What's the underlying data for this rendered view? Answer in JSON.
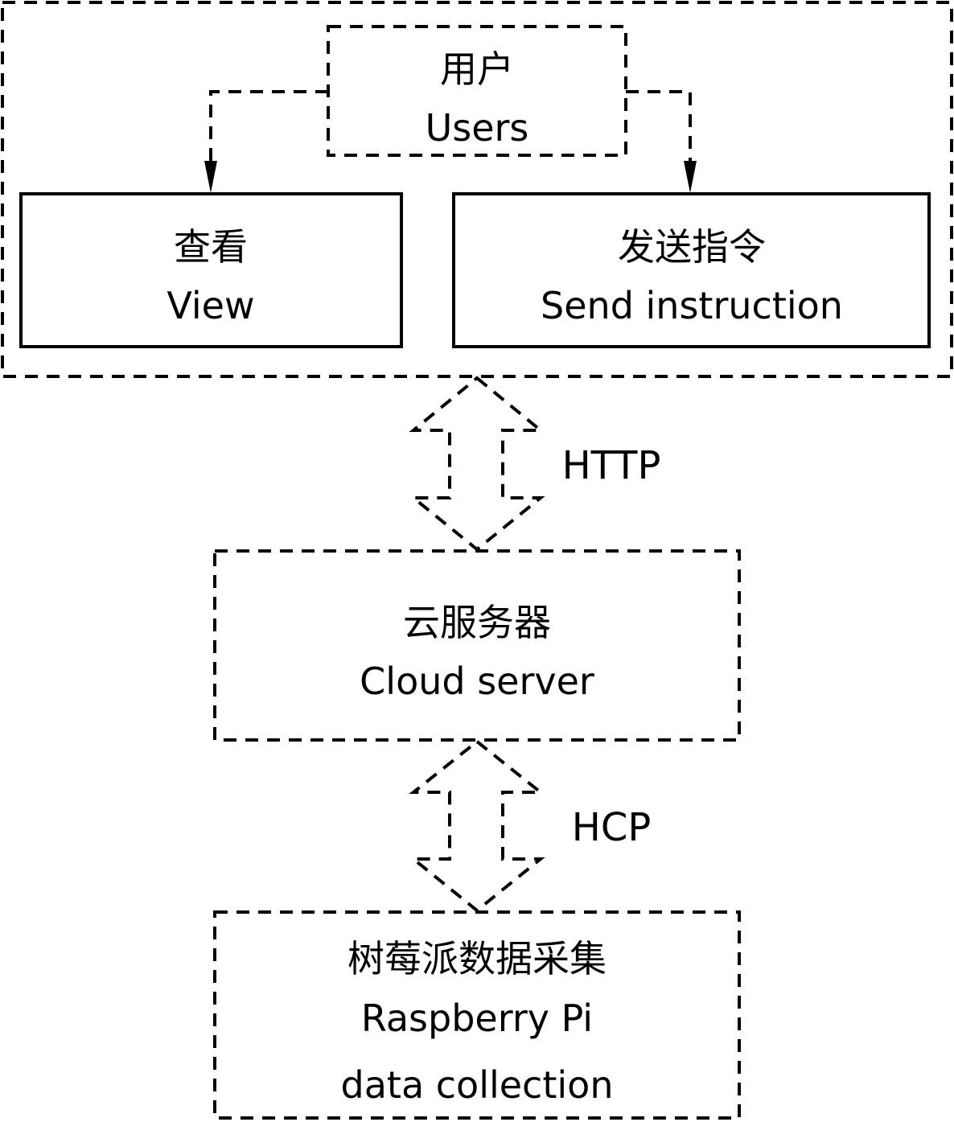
{
  "users": {
    "zh": "用户",
    "en": "Users"
  },
  "view": {
    "zh": "查看",
    "en": "View"
  },
  "send": {
    "zh": "发送指令",
    "en": "Send instruction"
  },
  "link_http": "HTTP",
  "server": {
    "zh": "云服务器",
    "en": "Cloud server"
  },
  "link_hcp": "HCP",
  "pi": {
    "zh": "树莓派数据采集",
    "en_line1": "Raspberry Pi",
    "en_line2": "data collection"
  },
  "colors": {
    "stroke": "#000000",
    "background": "#ffffff"
  }
}
